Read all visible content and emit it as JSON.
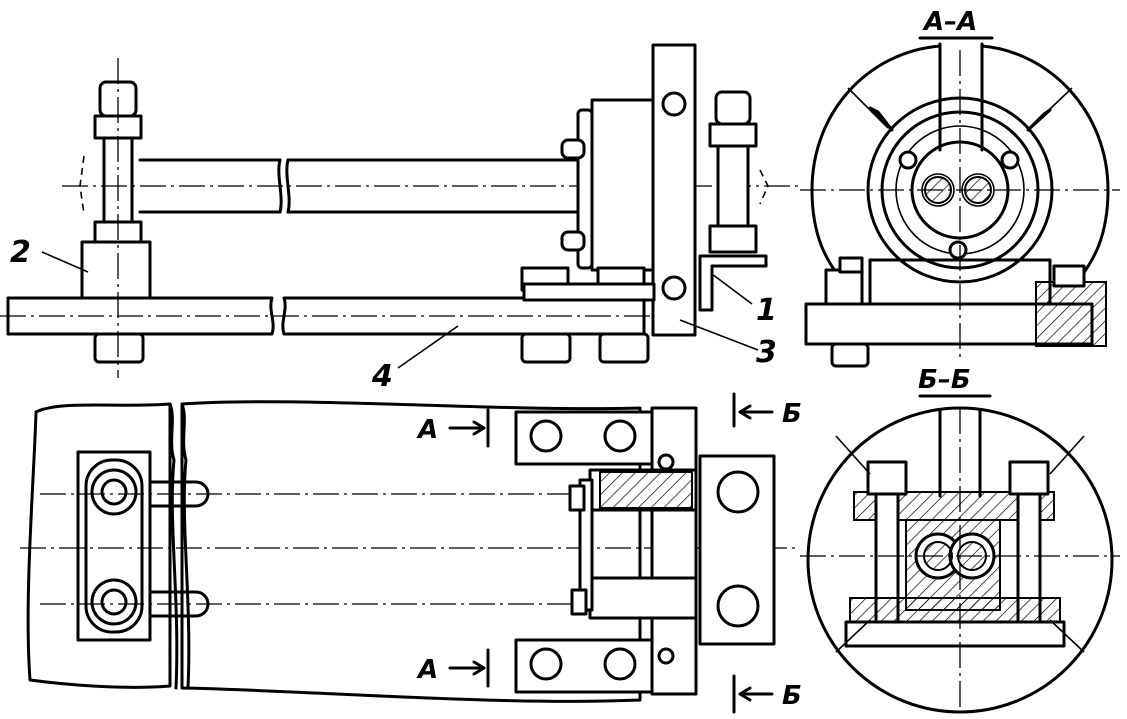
{
  "labels": {
    "part1": "1",
    "part2": "2",
    "part3": "3",
    "part4": "4",
    "section_aa_title": "А–А",
    "section_bb_title": "Б–Б",
    "cut_a_top": "А",
    "cut_a_bottom": "А",
    "cut_b_top": "Б",
    "cut_b_bottom": "Б"
  }
}
